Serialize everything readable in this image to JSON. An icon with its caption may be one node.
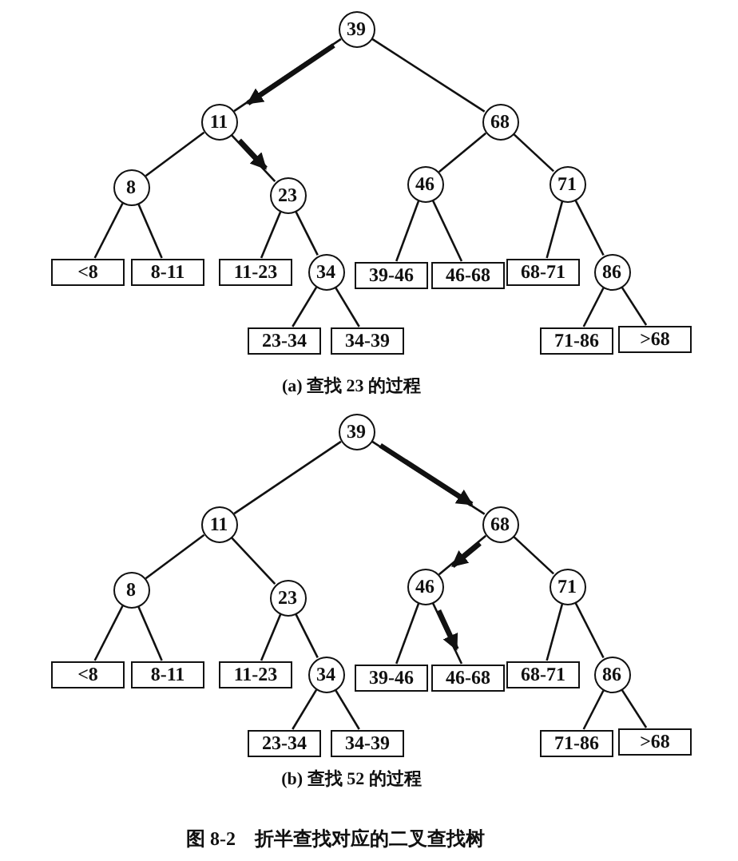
{
  "diagram": {
    "caption": "图 8-2　折半查找对应的二叉查找树",
    "nodes": [
      {
        "text": [
          "39"
        ]
      },
      {
        "text": [
          "11"
        ]
      },
      {
        "text": [
          "68"
        ]
      },
      {
        "text": [
          "8"
        ]
      },
      {
        "text": [
          "23"
        ]
      },
      {
        "text": [
          "46"
        ]
      },
      {
        "text": [
          "71"
        ]
      },
      {
        "text": [
          "<8"
        ]
      },
      {
        "text": [
          "8-11"
        ]
      },
      {
        "text": [
          "11-23"
        ]
      },
      {
        "text": [
          "34"
        ]
      },
      {
        "text": [
          "39-46"
        ]
      },
      {
        "text": [
          "46-68"
        ]
      },
      {
        "text": [
          "68-71"
        ]
      },
      {
        "text": [
          "86"
        ]
      },
      {
        "text": [
          "23-34"
        ]
      },
      {
        "text": [
          "34-39"
        ]
      },
      {
        "text": [
          "71-86"
        ]
      },
      {
        "text": [
          ">68"
        ]
      },
      {
        "text": [
          "39"
        ]
      },
      {
        "text": [
          "11"
        ]
      },
      {
        "text": [
          "68"
        ]
      },
      {
        "text": [
          "8"
        ]
      },
      {
        "text": [
          "23"
        ]
      },
      {
        "text": [
          "46"
        ]
      },
      {
        "text": [
          "71"
        ]
      },
      {
        "text": [
          "<8"
        ]
      },
      {
        "text": [
          "8-11"
        ]
      },
      {
        "text": [
          "11-23"
        ]
      },
      {
        "text": [
          "34"
        ]
      },
      {
        "text": [
          "39-46"
        ]
      },
      {
        "text": [
          "46-68"
        ]
      },
      {
        "text": [
          "68-71"
        ]
      },
      {
        "text": [
          "86"
        ]
      },
      {
        "text": [
          "23-34"
        ]
      },
      {
        "text": [
          "34-39"
        ]
      },
      {
        "text": [
          "71-86"
        ]
      },
      {
        "text": [
          ">68"
        ]
      }
    ],
    "edges": [
      {
        "from": 0,
        "to": 1,
        "arrow": "none"
      },
      {
        "from": 0,
        "to": 2,
        "arrow": "none"
      },
      {
        "from": 1,
        "to": 3,
        "arrow": "none"
      },
      {
        "from": 1,
        "to": 4,
        "arrow": "none"
      },
      {
        "from": 2,
        "to": 5,
        "arrow": "none"
      },
      {
        "from": 2,
        "to": 6,
        "arrow": "none"
      },
      {
        "from": 3,
        "to": 7,
        "arrow": "none"
      },
      {
        "from": 3,
        "to": 8,
        "arrow": "none"
      },
      {
        "from": 4,
        "to": 9,
        "arrow": "none"
      },
      {
        "from": 4,
        "to": 10,
        "arrow": "none"
      },
      {
        "from": 5,
        "to": 11,
        "arrow": "none"
      },
      {
        "from": 5,
        "to": 12,
        "arrow": "none"
      },
      {
        "from": 6,
        "to": 13,
        "arrow": "none"
      },
      {
        "from": 6,
        "to": 14,
        "arrow": "none"
      },
      {
        "from": 10,
        "to": 15,
        "arrow": "none"
      },
      {
        "from": 10,
        "to": 16,
        "arrow": "none"
      },
      {
        "from": 14,
        "to": 17,
        "arrow": "none"
      },
      {
        "from": 14,
        "to": 18,
        "arrow": "none"
      },
      {
        "from": 0,
        "to": 1,
        "arrow": "to",
        "style": "thick"
      },
      {
        "from": 1,
        "to": 4,
        "arrow": "to",
        "style": "thick"
      },
      {
        "from": 19,
        "to": 20,
        "arrow": "none"
      },
      {
        "from": 19,
        "to": 21,
        "arrow": "none"
      },
      {
        "from": 20,
        "to": 22,
        "arrow": "none"
      },
      {
        "from": 20,
        "to": 23,
        "arrow": "none"
      },
      {
        "from": 21,
        "to": 24,
        "arrow": "none"
      },
      {
        "from": 21,
        "to": 25,
        "arrow": "none"
      },
      {
        "from": 22,
        "to": 26,
        "arrow": "none"
      },
      {
        "from": 22,
        "to": 27,
        "arrow": "none"
      },
      {
        "from": 23,
        "to": 28,
        "arrow": "none"
      },
      {
        "from": 23,
        "to": 29,
        "arrow": "none"
      },
      {
        "from": 24,
        "to": 30,
        "arrow": "none"
      },
      {
        "from": 24,
        "to": 31,
        "arrow": "none"
      },
      {
        "from": 25,
        "to": 32,
        "arrow": "none"
      },
      {
        "from": 25,
        "to": 33,
        "arrow": "none"
      },
      {
        "from": 29,
        "to": 34,
        "arrow": "none"
      },
      {
        "from": 29,
        "to": 35,
        "arrow": "none"
      },
      {
        "from": 33,
        "to": 36,
        "arrow": "none"
      },
      {
        "from": 33,
        "to": 37,
        "arrow": "none"
      },
      {
        "from": 19,
        "to": 21,
        "arrow": "to",
        "style": "thick"
      },
      {
        "from": 21,
        "to": 24,
        "arrow": "to",
        "style": "thick"
      },
      {
        "from": 24,
        "to": 31,
        "arrow": "to",
        "style": "thick"
      }
    ],
    "labels": [
      "(a) 查找 23 的过程",
      "(b) 查找 52 的过程"
    ]
  }
}
